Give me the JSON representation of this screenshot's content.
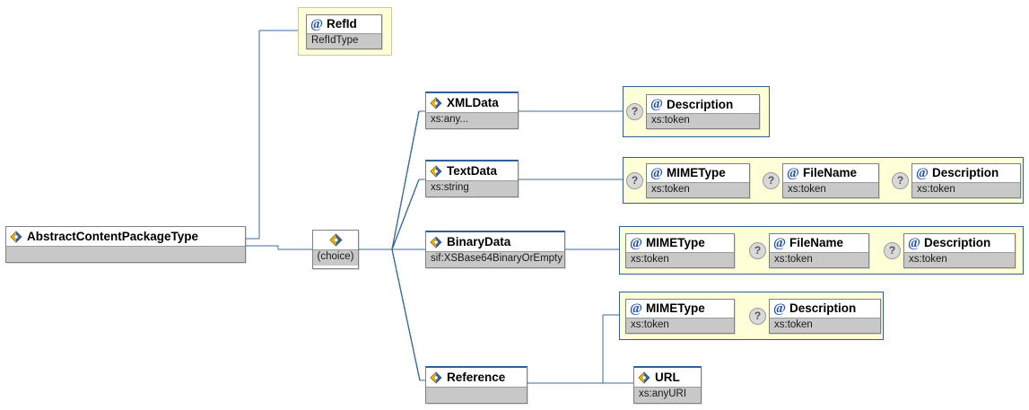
{
  "diagram": {
    "title": "AbstractContentPackageType",
    "kind": "xml-schema-diagram",
    "colors": {
      "connector": "#3a6ea5",
      "attr_group_border": "#2f5f96",
      "attr_group_fill": "#ffffd8",
      "type_row_fill": "#c8c8c8",
      "node_border": "#808080",
      "attr_icon": "#2255aa"
    },
    "icons": {
      "element": "element-diamond-icon",
      "attribute": "at-sign-icon",
      "optional": "question-mark-badge",
      "choice": "choice-diamond-icon"
    }
  },
  "root": {
    "name": "AbstractContentPackageType",
    "type": "",
    "icon": "element-diamond-icon"
  },
  "refid": {
    "name": "RefId",
    "type": "RefIdType",
    "icon": "at-sign-icon",
    "optional": false
  },
  "choice": {
    "label": "(choice)",
    "icon": "choice-diamond-icon"
  },
  "branches": [
    {
      "id": "xmldata",
      "element": {
        "name": "XMLData",
        "type": "xs:any..."
      },
      "attributes": [
        {
          "name": "Description",
          "type": "xs:token",
          "optional": true
        }
      ]
    },
    {
      "id": "textdata",
      "element": {
        "name": "TextData",
        "type": "xs:string"
      },
      "attributes": [
        {
          "name": "MIMEType",
          "type": "xs:token",
          "optional": true
        },
        {
          "name": "FileName",
          "type": "xs:token",
          "optional": true
        },
        {
          "name": "Description",
          "type": "xs:token",
          "optional": true
        }
      ]
    },
    {
      "id": "binarydata",
      "element": {
        "name": "BinaryData",
        "type": "sif:XSBase64BinaryOrEmpty"
      },
      "attributes": [
        {
          "name": "MIMEType",
          "type": "xs:token",
          "optional": false
        },
        {
          "name": "FileName",
          "type": "xs:token",
          "optional": true
        },
        {
          "name": "Description",
          "type": "xs:token",
          "optional": true
        }
      ]
    },
    {
      "id": "reference",
      "element": {
        "name": "Reference",
        "type": ""
      },
      "attributes": [
        {
          "name": "MIMEType",
          "type": "xs:token",
          "optional": false
        },
        {
          "name": "Description",
          "type": "xs:token",
          "optional": true
        }
      ],
      "child": {
        "name": "URL",
        "type": "xs:anyURI"
      }
    }
  ],
  "glyphs": {
    "at": "@",
    "question": "?"
  }
}
